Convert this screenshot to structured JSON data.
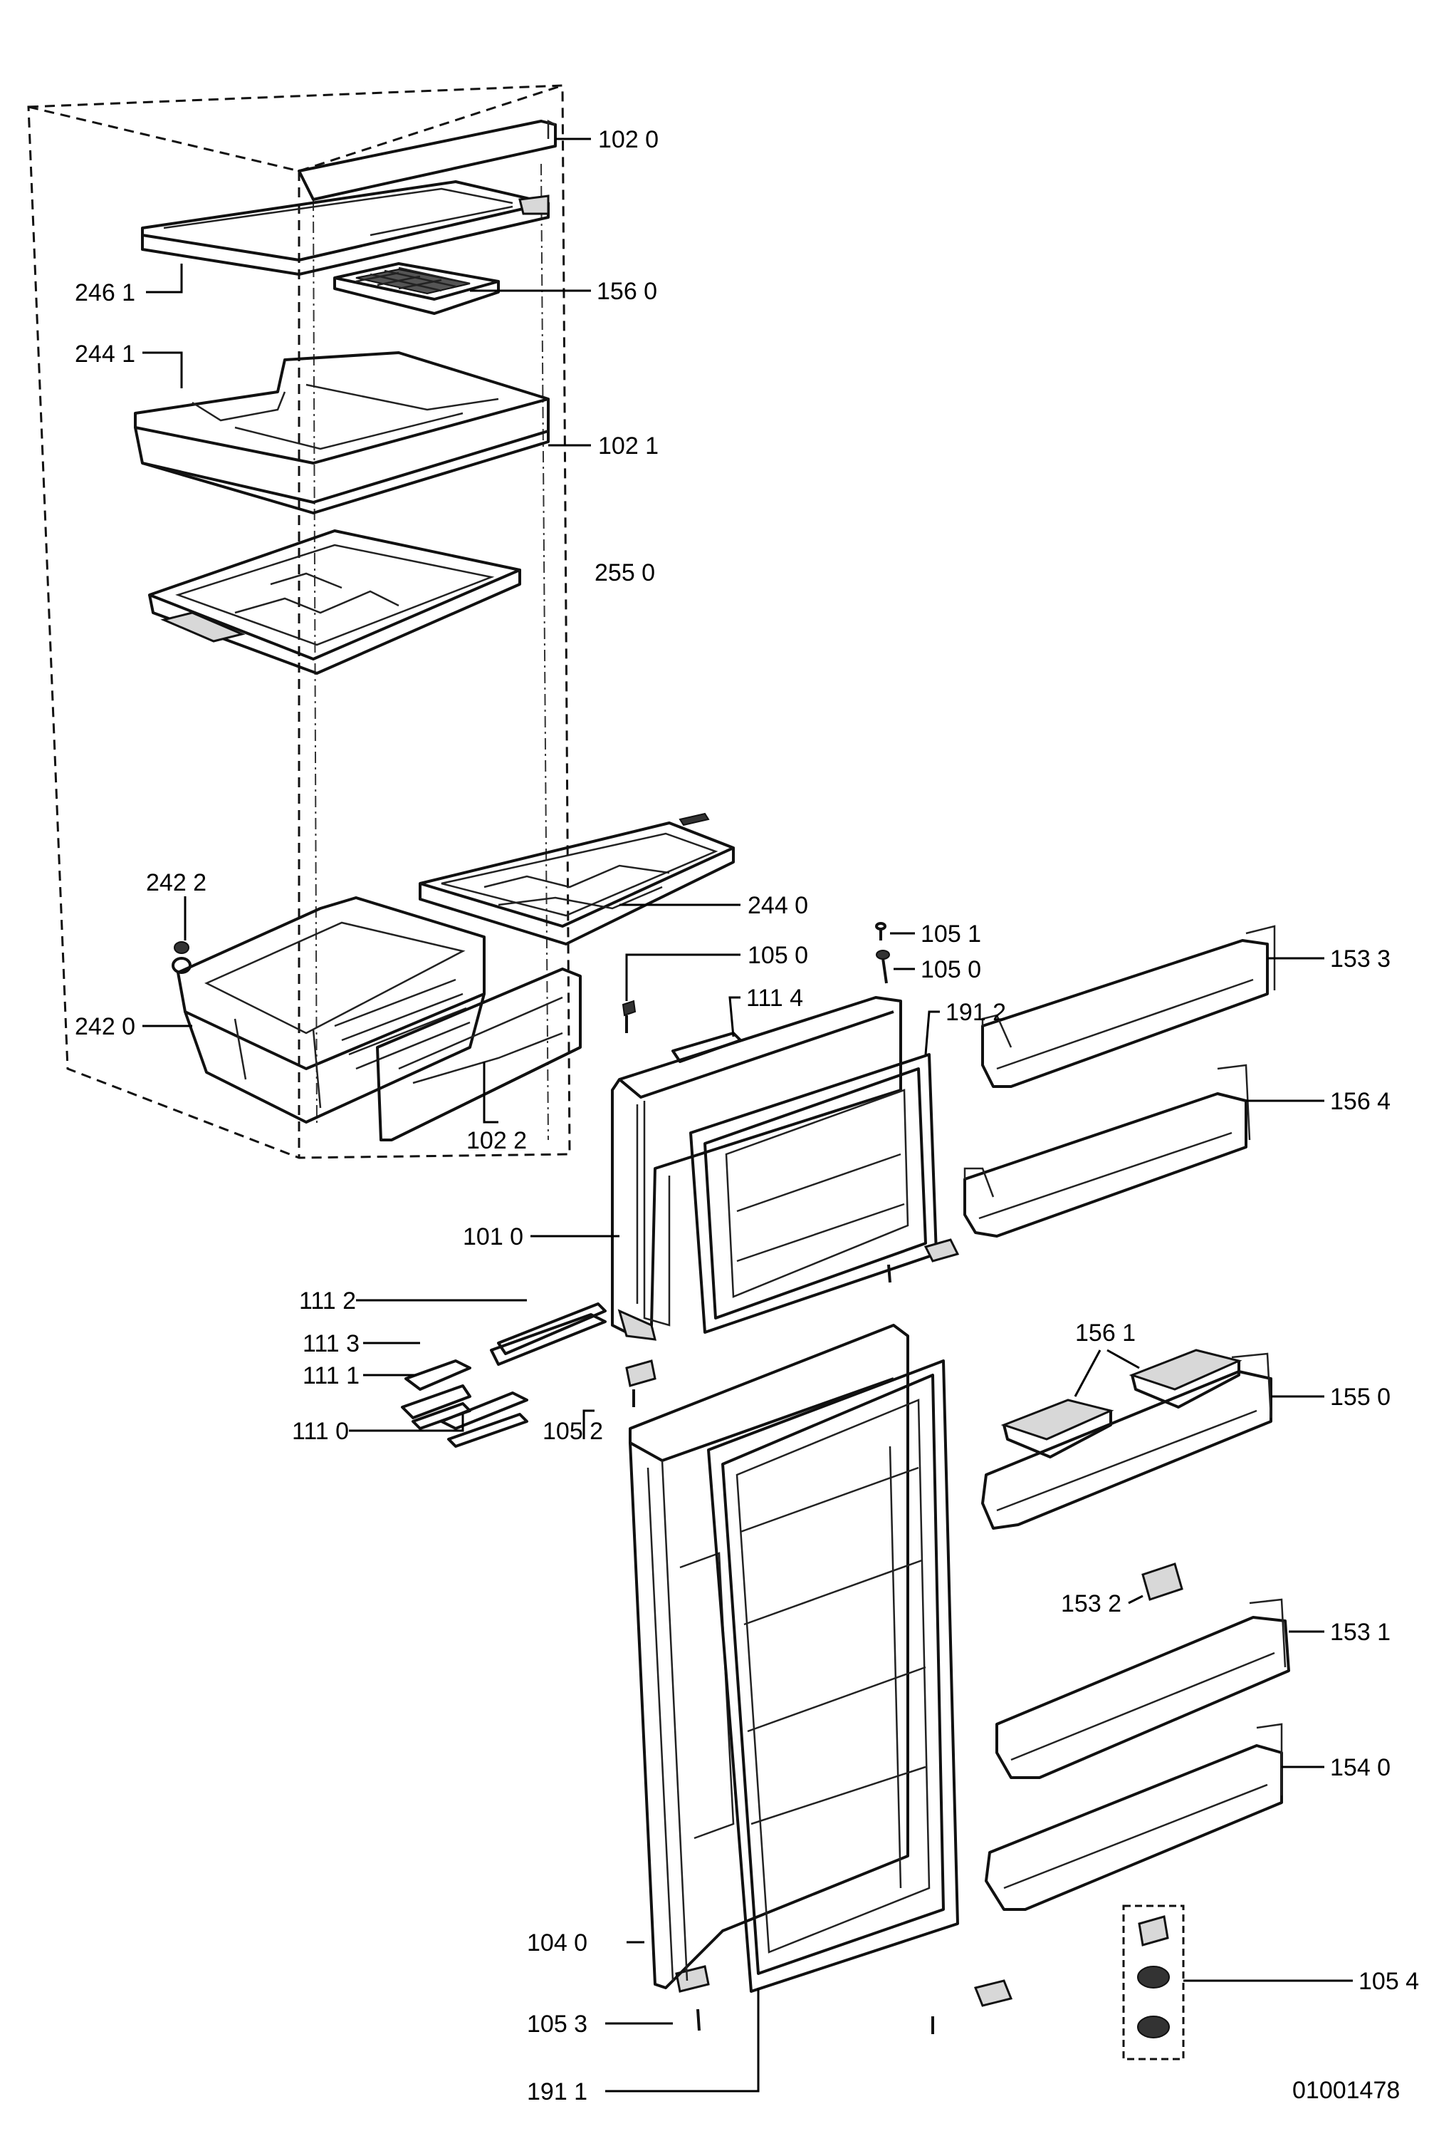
{
  "drawing_number": "01001478",
  "callouts": {
    "c1020": "102 0",
    "c2461": "246 1",
    "c1560": "156 0",
    "c2441": "244 1",
    "c1021": "102 1",
    "c2550": "255 0",
    "c2422": "242 2",
    "c2440": "244 0",
    "c2420": "242 0",
    "c1022": "102 2",
    "c1051": "105 1",
    "c1050a": "105 0",
    "c1050b": "105 0",
    "c1114": "111 4",
    "c1912": "191 2",
    "c1533": "153 3",
    "c1564": "156 4",
    "c1010": "101 0",
    "c1112": "111 2",
    "c1113": "111 3",
    "c1111": "111 1",
    "c1110": "111 0",
    "c1052": "105 2",
    "c1561": "156 1",
    "c1550": "155 0",
    "c1532": "153 2",
    "c1531": "153 1",
    "c1540": "154 0",
    "c1040": "104 0",
    "c1054": "105 4",
    "c1053": "105 3",
    "c1911": "191 1"
  }
}
